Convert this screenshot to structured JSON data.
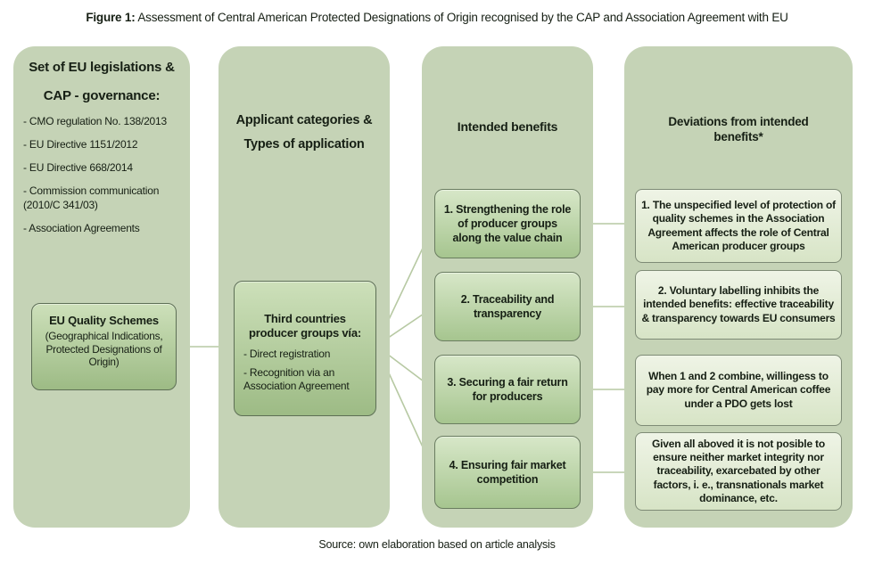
{
  "title": {
    "prefix": "Figure 1:",
    "text": "Assessment of Central American Protected Designations of Origin recognised by the CAP and Association Agreement with EU"
  },
  "source": "Source: own elaboration based on article analysis",
  "columns": {
    "legislation": {
      "header": "Set of EU legislations & CAP - governance:",
      "items": [
        "- CMO regulation No. 138/2013",
        "- EU Directive 1151/2012",
        "- EU Directive 668/2014",
        "- Commission communication (2010/C 341/03)",
        "- Association Agreements"
      ],
      "box": {
        "title": "EU Quality Schemes",
        "subtitle": "(Geographical Indications, Protected Designations of Origin)"
      }
    },
    "applicants": {
      "header": "Applicant categories & Types of application",
      "box": {
        "title": "Third countries producer groups vía:",
        "items": [
          "- Direct registration",
          "- Recognition via an Association Agreement"
        ]
      }
    },
    "benefits": {
      "header": "Intended benefits",
      "boxes": [
        "1. Strengthening the role of producer groups along the value chain",
        "2. Traceability and transparency",
        "3. Securing a fair return for producers",
        "4. Ensuring fair market competition"
      ]
    },
    "deviations": {
      "header": "Deviations from intended benefits*",
      "boxes": [
        "1. The unspecified level of protection of quality schemes in the Association Agreement affects the role of Central American producer groups",
        "2. Voluntary labelling inhibits the intended benefits: effective traceability & transparency towards EU consumers",
        "When 1 and 2 combine, willingess to pay more for Central American coffee under a PDO gets lost",
        "Given all aboved it is not posible to ensure neither market integrity nor traceability, exarcebated by other factors, i. e., transnationals market dominance, etc."
      ]
    }
  },
  "colors": {
    "panel_green": "#c5d3b6",
    "box_gradient_top": "#d7e7c8",
    "box_gradient_bottom": "#a6c58f",
    "deviation_gradient_top": "#eff4e6",
    "deviation_gradient_bottom": "#d7e4c6",
    "connector": "#b7c9a3",
    "text": "#161f14"
  }
}
